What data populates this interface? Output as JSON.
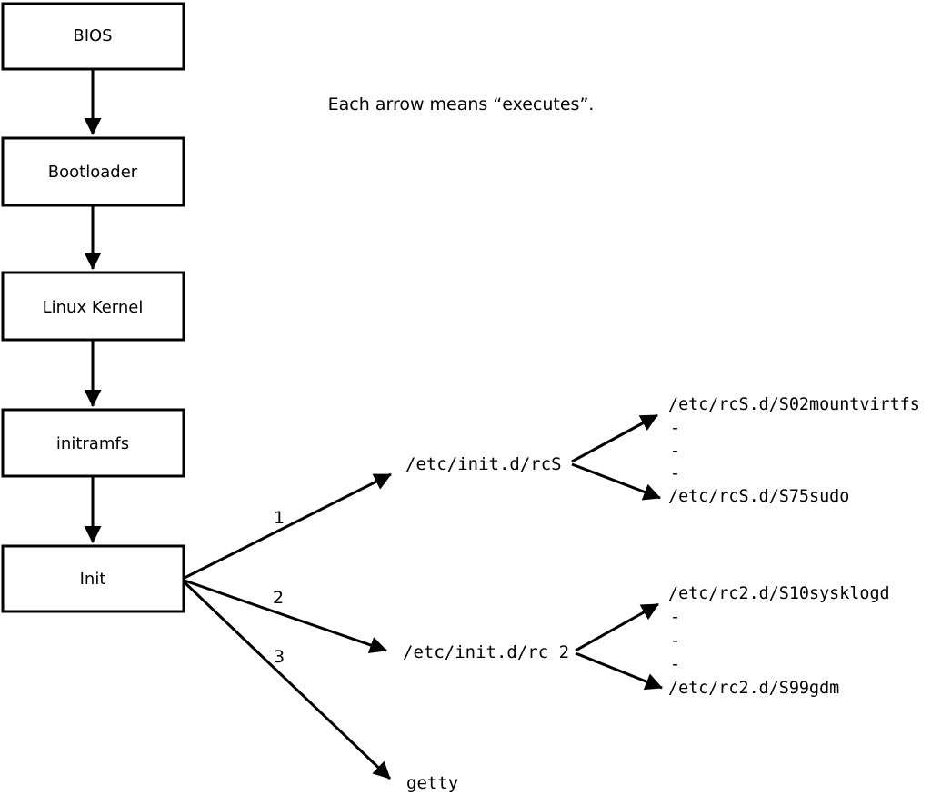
{
  "diagram": {
    "note": "Each arrow means “executes”.",
    "boxes": [
      {
        "label": "BIOS"
      },
      {
        "label": "Bootloader"
      },
      {
        "label": "Linux Kernel"
      },
      {
        "label": "initramfs"
      },
      {
        "label": "Init"
      }
    ],
    "init_arrows": [
      {
        "label": "1",
        "target": "/etc/init.d/rcS"
      },
      {
        "label": "2",
        "target": "/etc/init.d/rc 2"
      },
      {
        "label": "3",
        "target": "getty"
      }
    ],
    "rcS_children": [
      "/etc/rcS.d/S02mountvirtfs",
      "-",
      "-",
      "-",
      "/etc/rcS.d/S75sudo"
    ],
    "rc2_children": [
      "/etc/rc2.d/S10sysklogd",
      "-",
      "-",
      "-",
      "/etc/rc2.d/S99gdm"
    ],
    "colors": {
      "foreground": "#000000",
      "background": "#ffffff"
    }
  }
}
